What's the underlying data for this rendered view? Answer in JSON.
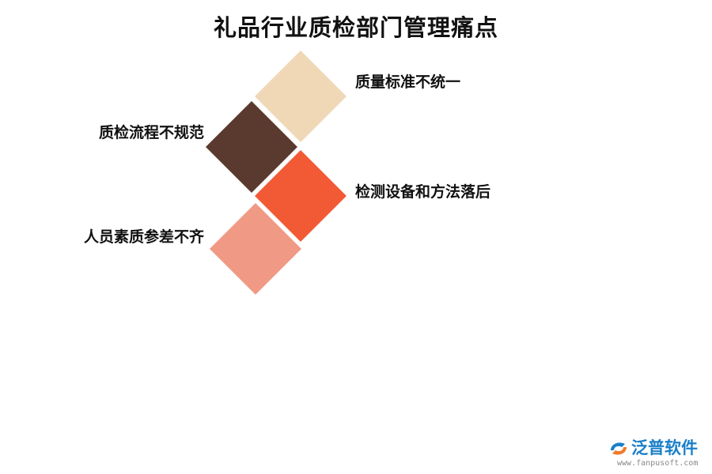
{
  "title": "礼品行业质检部门管理痛点",
  "items": [
    {
      "label": "质量标准不统一",
      "color": "#f0d8b6"
    },
    {
      "label": "质检流程不规范",
      "color": "#5a3a2e"
    },
    {
      "label": "检测设备和方法落后",
      "color": "#f25a35"
    },
    {
      "label": "人员素质参差不齐",
      "color": "#f09a85"
    }
  ],
  "logo": {
    "name": "泛普软件",
    "url": "www.fanpusoft.com",
    "icon": "fanpu-logo-icon",
    "colors": {
      "primary": "#1a7fc8",
      "accent": "#f07a2a"
    }
  }
}
